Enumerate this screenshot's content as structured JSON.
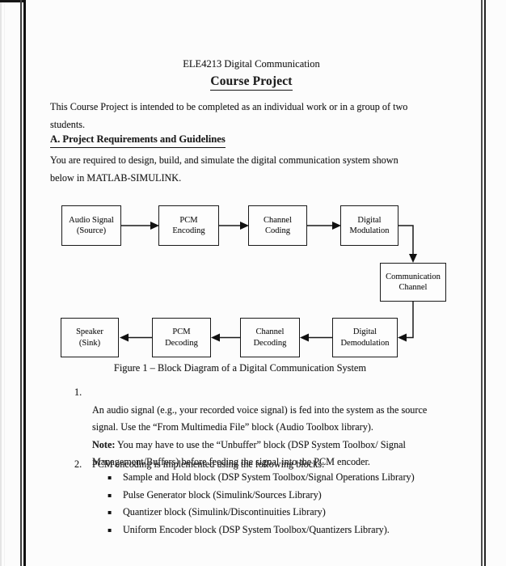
{
  "page": {
    "header": {
      "course": "ELE4213 Digital Communication",
      "title": "Course Project"
    },
    "intro": "This Course Project is intended to be completed as an individual work or in a group of two\nstudents.",
    "section_a": {
      "heading": "A. Project Requirements and Guidelines",
      "body": "You are required to design, build, and simulate the digital communication system shown\nbelow in MATLAB-SIMULINK."
    },
    "figure": {
      "caption": "Figure 1 – Block Diagram of a Digital Communication System",
      "boxes": {
        "audio_source": "Audio Signal\n(Source)",
        "pcm_encoding": "PCM\nEncoding",
        "channel_coding": "Channel\nCoding",
        "digital_modulation": "Digital\nModulation",
        "communication_channel": "Communication\nChannel",
        "digital_demodulation": "Digital\nDemodulation",
        "channel_decoding": "Channel\nDecoding",
        "pcm_decoding": "PCM\nDecoding",
        "speaker_sink": "Speaker\n(Sink)"
      }
    },
    "list": {
      "item1": {
        "number": "1.",
        "text": "An audio signal (e.g., your recorded voice signal) is fed into the system as the source\nsignal. Use the “From Multimedia File” block (Audio Toolbox library).",
        "note_label": "Note:",
        "note_text": " You may have to use the “Unbuffer” block (DSP System Toolbox/ Signal\nManagement/Buffers) before feeding the signal into the PCM encoder."
      },
      "item2": {
        "number": "2.",
        "text": "PCM encoding is implemented using the following blocks:",
        "bullets": [
          "Sample and Hold block (DSP System Toolbox/Signal Operations Library)",
          "Pulse Generator block (Simulink/Sources Library)",
          "Quantizer block (Simulink/Discontinuities Library)",
          "Uniform Encoder block (DSP System Toolbox/Quantizers Library)."
        ]
      }
    },
    "icons": {
      "bullet": "▪"
    }
  }
}
